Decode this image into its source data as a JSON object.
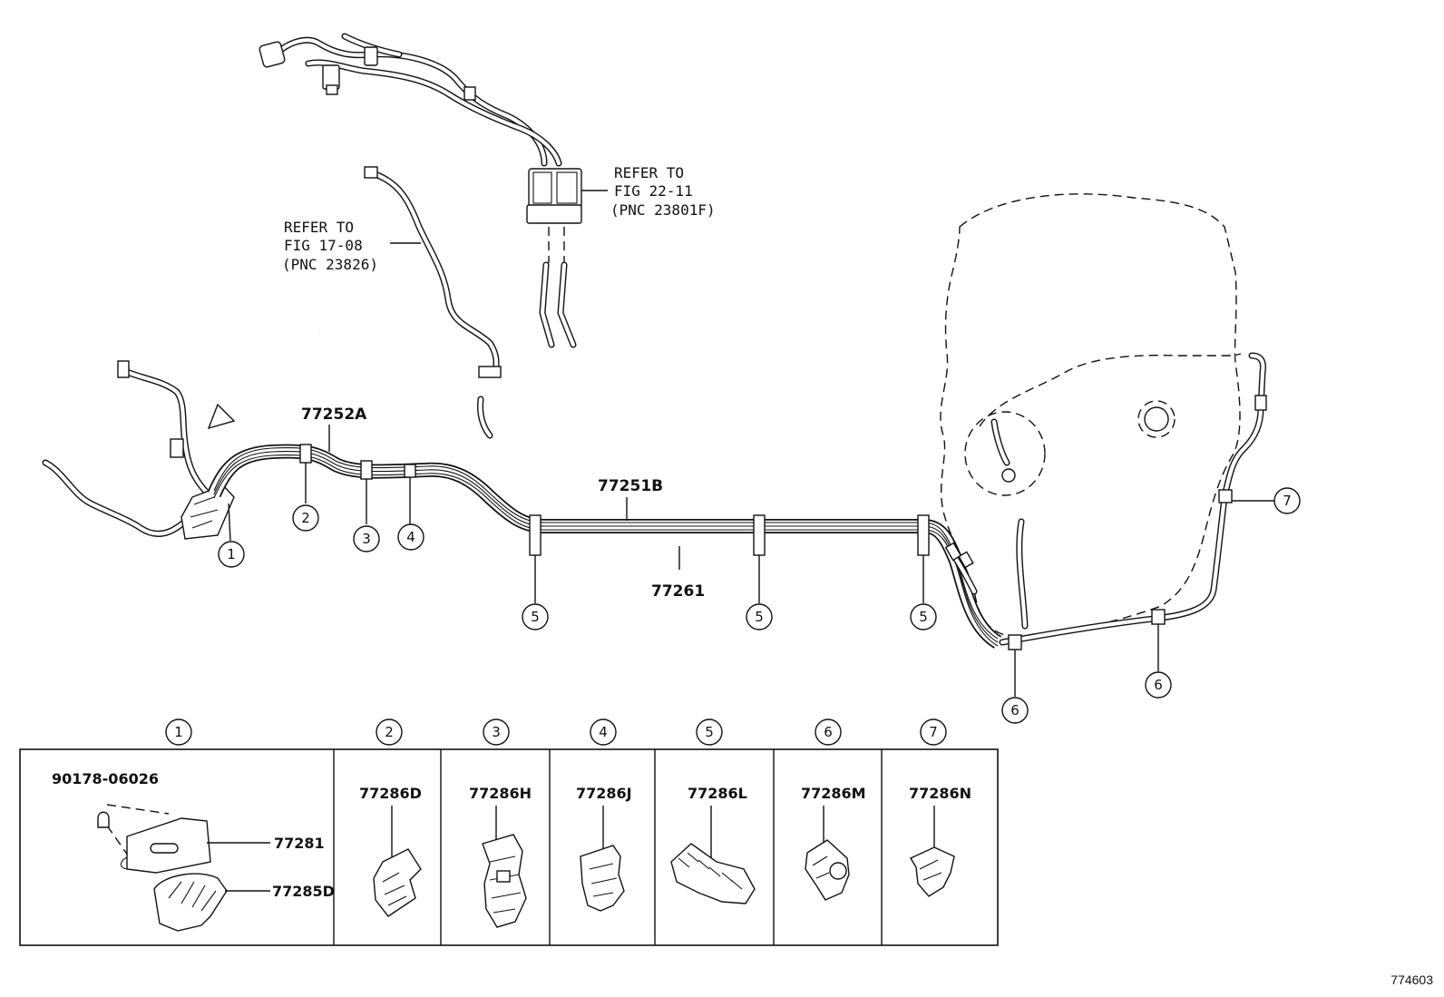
{
  "refs": {
    "top_right": {
      "line1": "REFER TO",
      "line2": "FIG 22-11",
      "line3": "(PNC 23801F)"
    },
    "top_left": {
      "line1": "REFER TO",
      "line2": "FIG 17-08",
      "line3": "(PNC 23826)"
    }
  },
  "part_labels": {
    "p77252A": "77252A",
    "p77251B": "77251B",
    "p77261": "77261"
  },
  "callouts": {
    "c1": "1",
    "c2": "2",
    "c3": "3",
    "c4": "4",
    "c5": "5",
    "c6": "6",
    "c7": "7"
  },
  "legend": {
    "headers": [
      "1",
      "2",
      "3",
      "4",
      "5",
      "6",
      "7"
    ],
    "cell1": {
      "screw": "90178-06026",
      "bracket": "77281",
      "clamp": "77285D"
    },
    "cells": [
      "77286D",
      "77286H",
      "77286J",
      "77286L",
      "77286M",
      "77286N"
    ]
  },
  "figure_number": "774603"
}
